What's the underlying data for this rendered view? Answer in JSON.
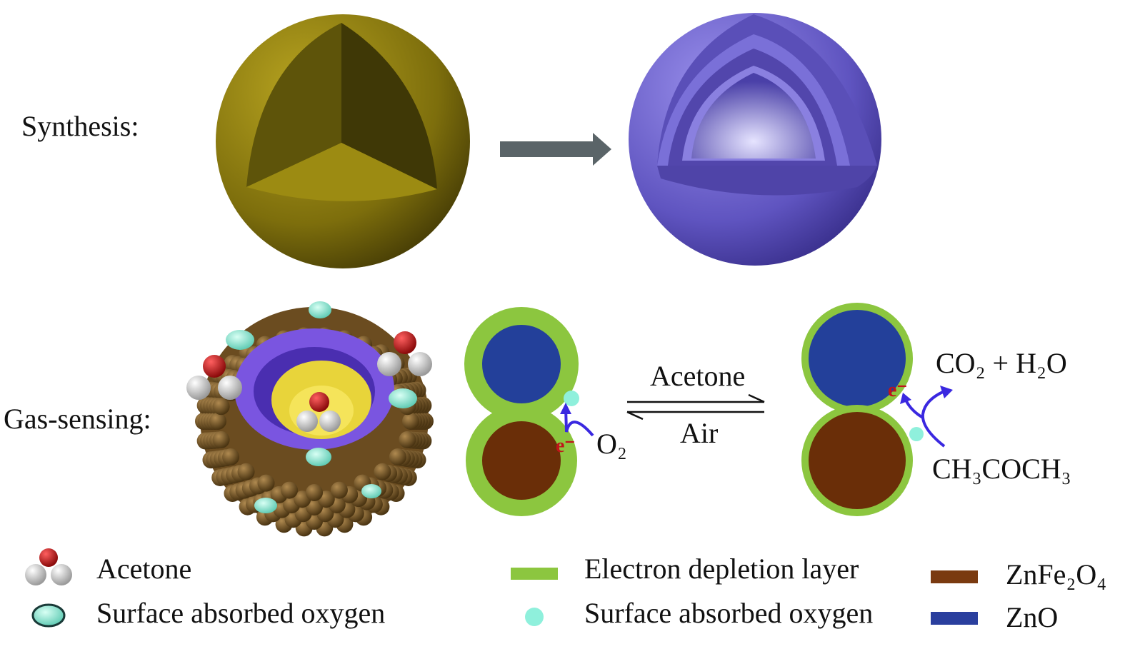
{
  "labels": {
    "synthesis": "Synthesis:",
    "gas_sensing": "Gas-sensing:",
    "acetone_forward": "Acetone",
    "air_reverse": "Air",
    "o2": "O₂",
    "electron": "e⁻",
    "products": "CO₂ + H₂O",
    "acetone_formula": "CH₃COCH₃"
  },
  "legend": {
    "left": [
      {
        "label": "Acetone",
        "icon": "acetone-molecule-icon"
      },
      {
        "label": "Surface absorbed oxygen",
        "icon": "oxygen-ellipsoid-icon"
      }
    ],
    "middle": [
      {
        "label": "Electron depletion layer",
        "icon": "green-bar",
        "color": "#8cc63f"
      },
      {
        "label": "Surface absorbed oxygen",
        "icon": "cyan-dot",
        "color": "#8ff0dc"
      }
    ],
    "right": [
      {
        "label": "ZnFe₂O₄",
        "icon": "brown-bar",
        "color": "#7a3a10"
      },
      {
        "label": "ZnO",
        "icon": "blue-bar",
        "color": "#2a3f9e"
      }
    ]
  },
  "colors": {
    "gold_sphere": "#8a7a10",
    "purple_sphere": "#6a5fc8",
    "arrow": "#5a6468",
    "depletion": "#8cc63f",
    "zno": "#23409a",
    "znfe2o4": "#6a2e08",
    "oxygen": "#8ff0dc",
    "electron_arrow": "#3a28e0"
  }
}
